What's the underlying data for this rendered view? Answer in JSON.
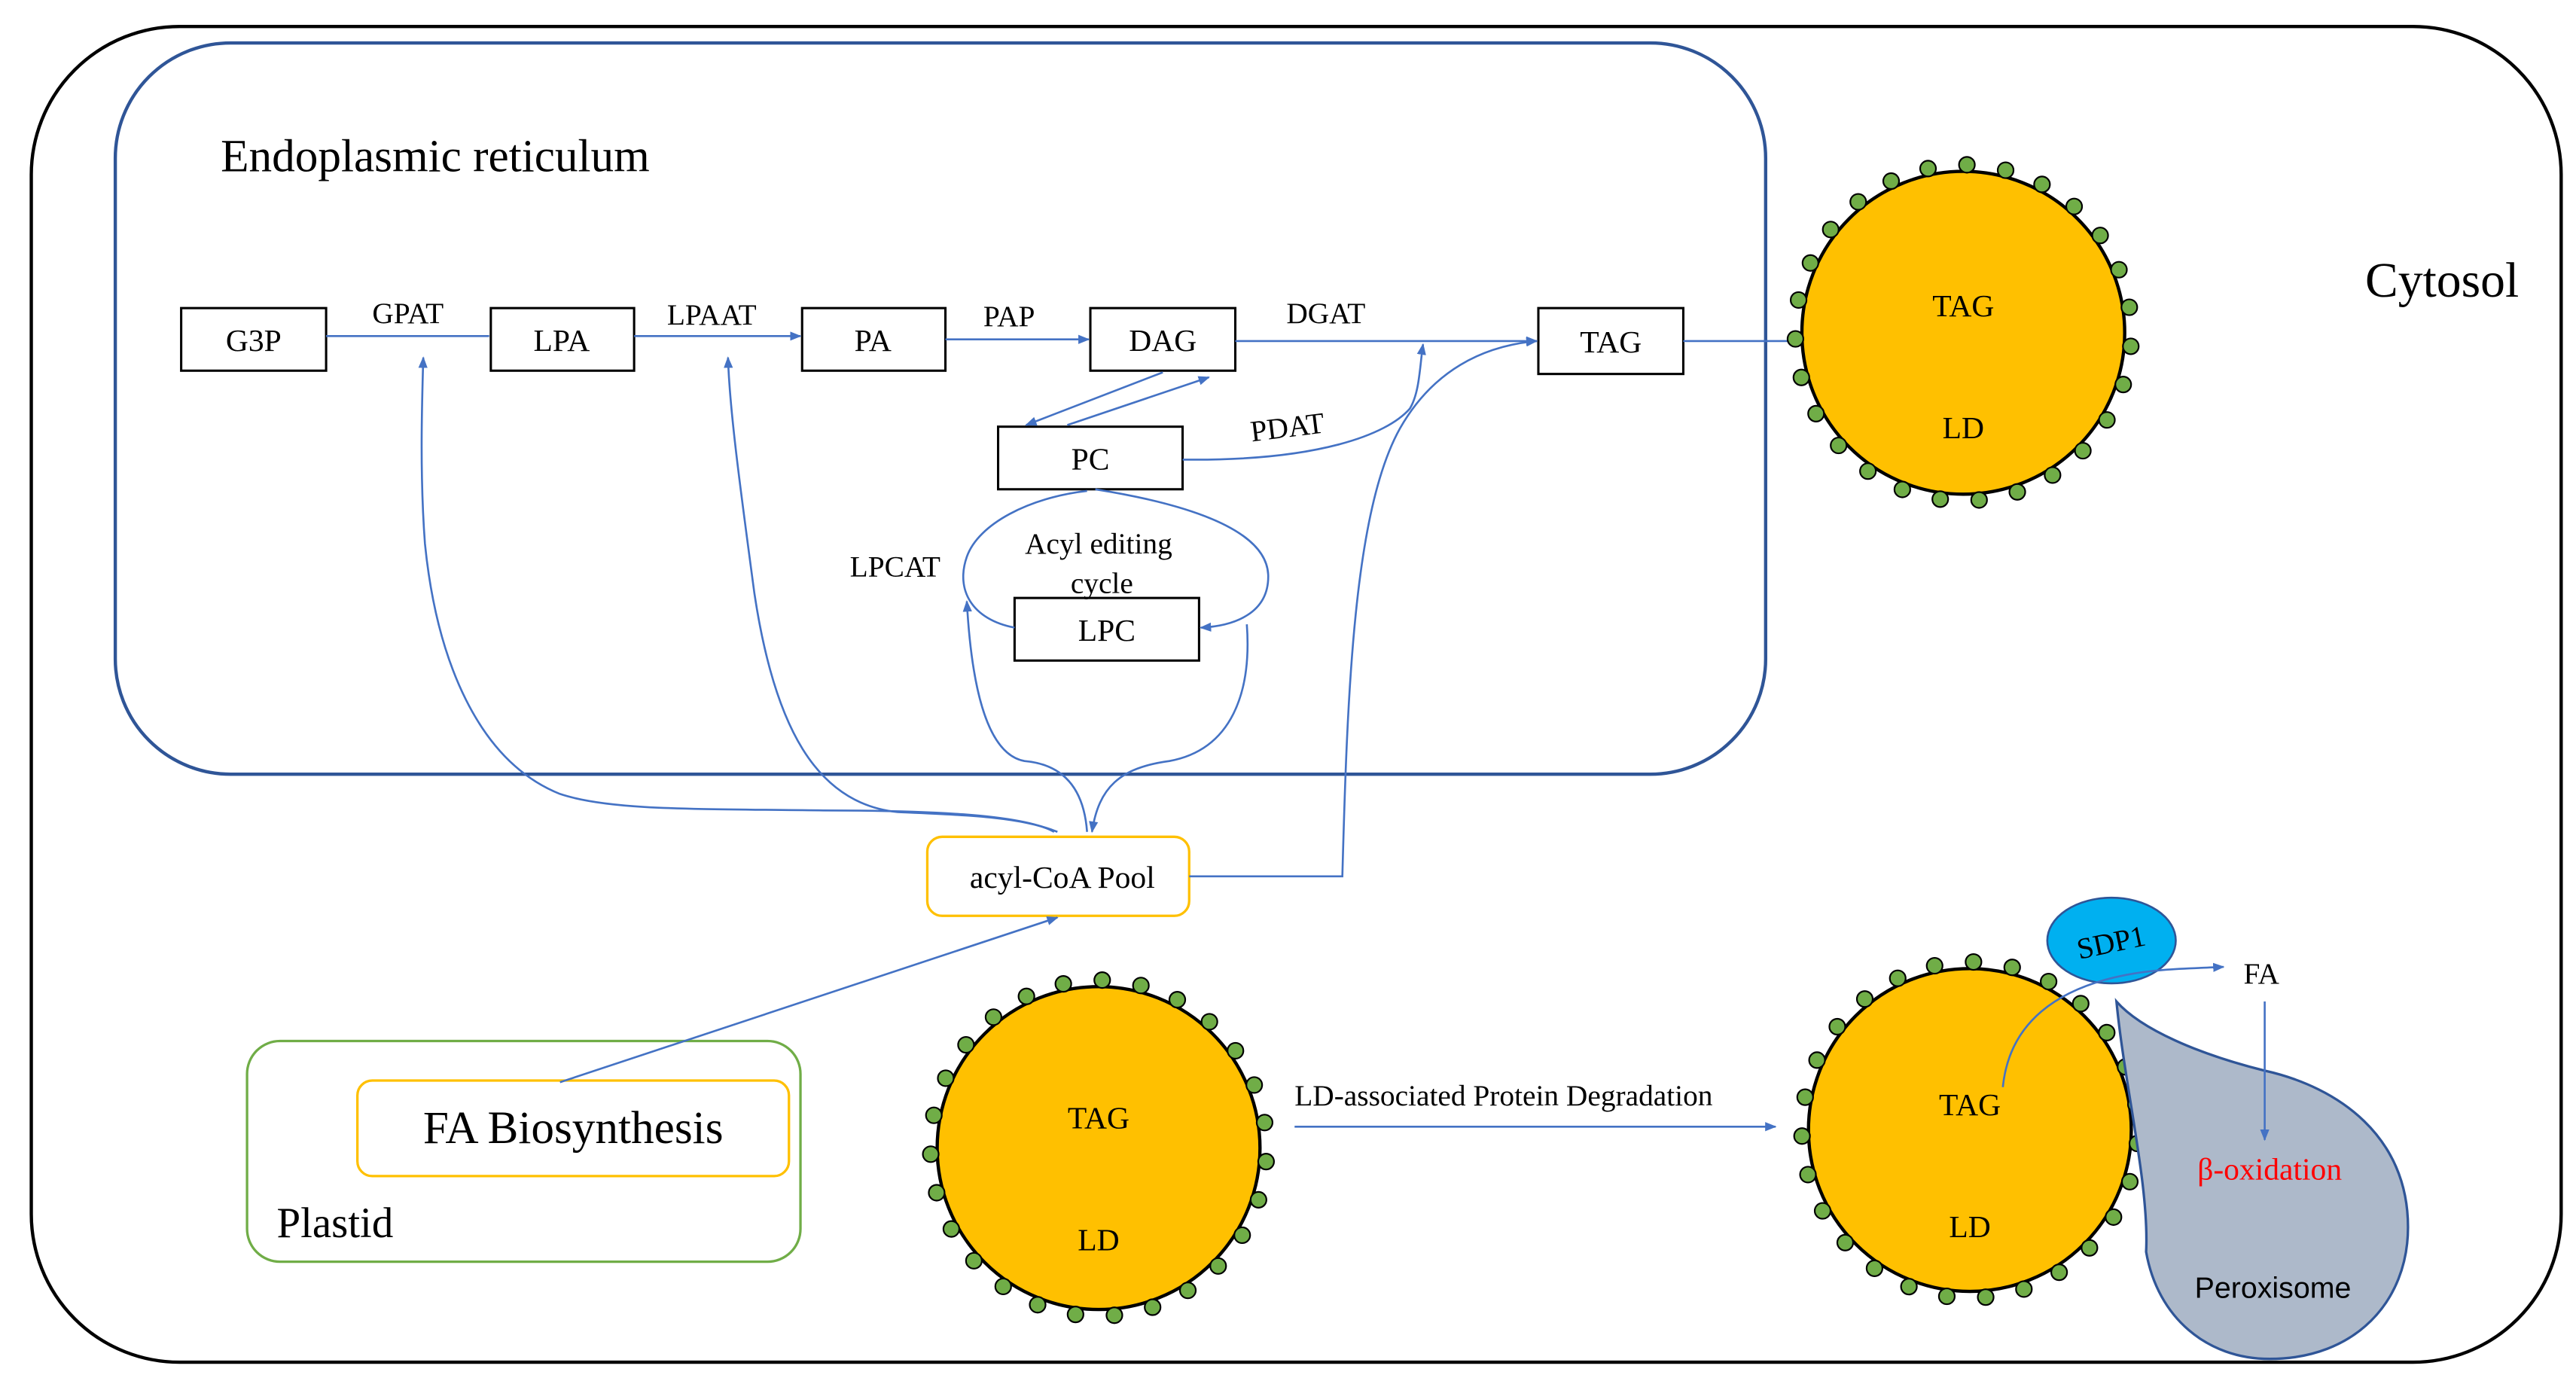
{
  "compartments": {
    "cytosol": "Cytosol",
    "er": "Endoplasmic reticulum",
    "plastid": "Plastid",
    "peroxisome": "Peroxisome"
  },
  "metabolites": {
    "g3p": "G3P",
    "lpa": "LPA",
    "pa": "PA",
    "dag": "DAG",
    "tag": "TAG",
    "pc": "PC",
    "lpc": "LPC",
    "acyl_coa_pool": "acyl-CoA Pool",
    "fa": "FA"
  },
  "enzymes": {
    "gpat": "GPAT",
    "lpaat": "LPAAT",
    "pap": "PAP",
    "dgat": "DGAT",
    "pdat": "PDAT",
    "lpcat": "LPCAT",
    "sdp1": "SDP1"
  },
  "processes": {
    "acyl_editing": [
      "Acyl editing",
      "cycle"
    ],
    "fa_biosynthesis": "FA Biosynthesis",
    "ld_degradation": "LD-associated Protein Degradation",
    "beta_oxidation": "β-oxidation"
  },
  "lipid_droplet": {
    "content": "TAG",
    "label": "LD"
  },
  "colors": {
    "arrow": "#4472c4",
    "er_border": "#4472c4",
    "plastid_border": "#70ad47",
    "pool_border": "#ffc000",
    "lipid_droplet": "#ffc000",
    "oleosin_dot": "#70ad47",
    "sdp1": "#00b0f0",
    "peroxisome": "#adb9ca",
    "beta_oxidation_text": "#ff0000"
  }
}
